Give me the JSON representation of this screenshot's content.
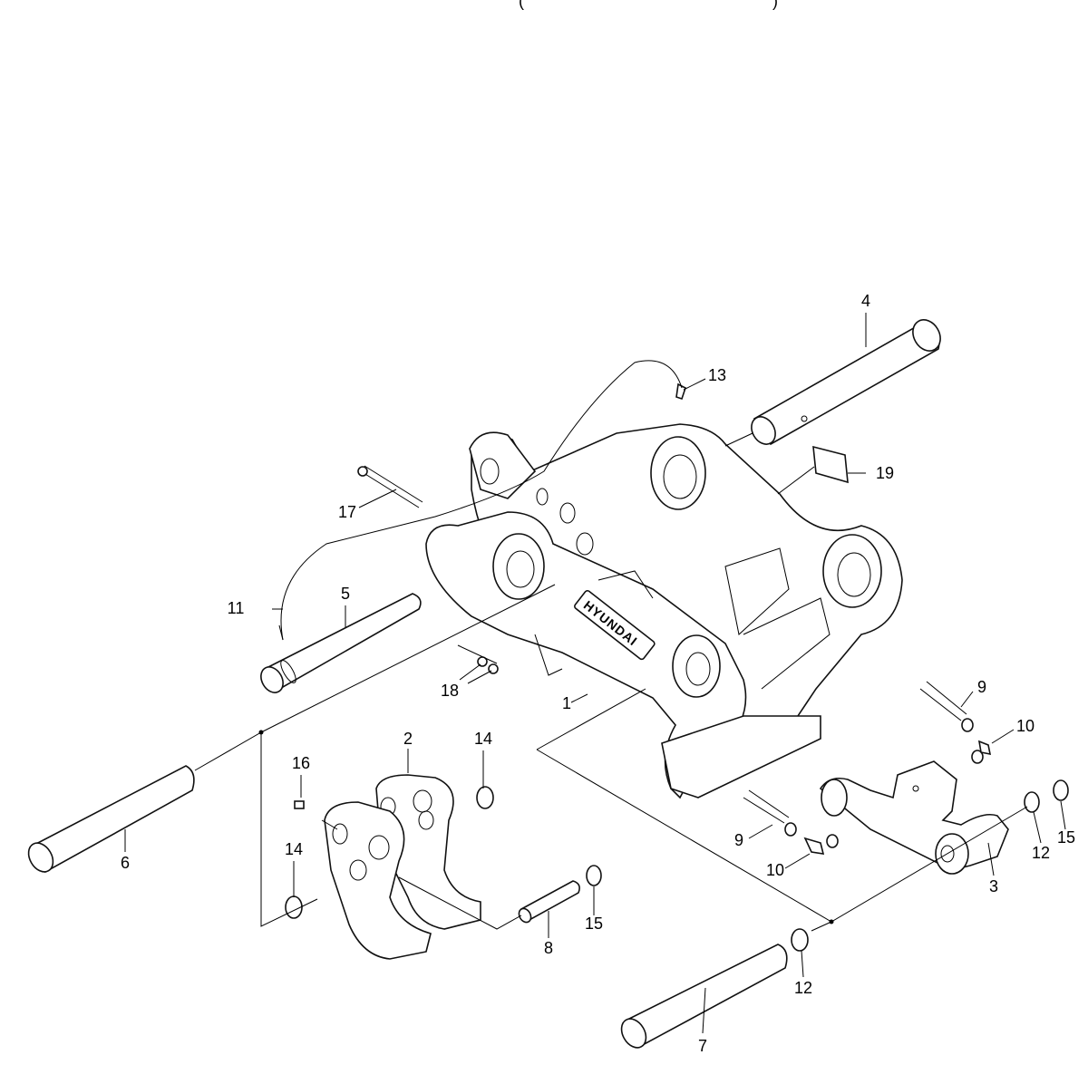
{
  "header": {
    "partial_title": "(",
    "partial_title_end": ")"
  },
  "brand": "HYUNDAI",
  "callouts": {
    "c1": "1",
    "c2": "2",
    "c3": "3",
    "c4": "4",
    "c5": "5",
    "c6": "6",
    "c7": "7",
    "c8": "8",
    "c9a": "9",
    "c9b": "9",
    "c10a": "10",
    "c10b": "10",
    "c11": "11",
    "c12a": "12",
    "c12b": "12",
    "c13": "13",
    "c14a": "14",
    "c14b": "14",
    "c15a": "15",
    "c15b": "15",
    "c16": "16",
    "c17": "17",
    "c18": "18",
    "c19": "19"
  }
}
